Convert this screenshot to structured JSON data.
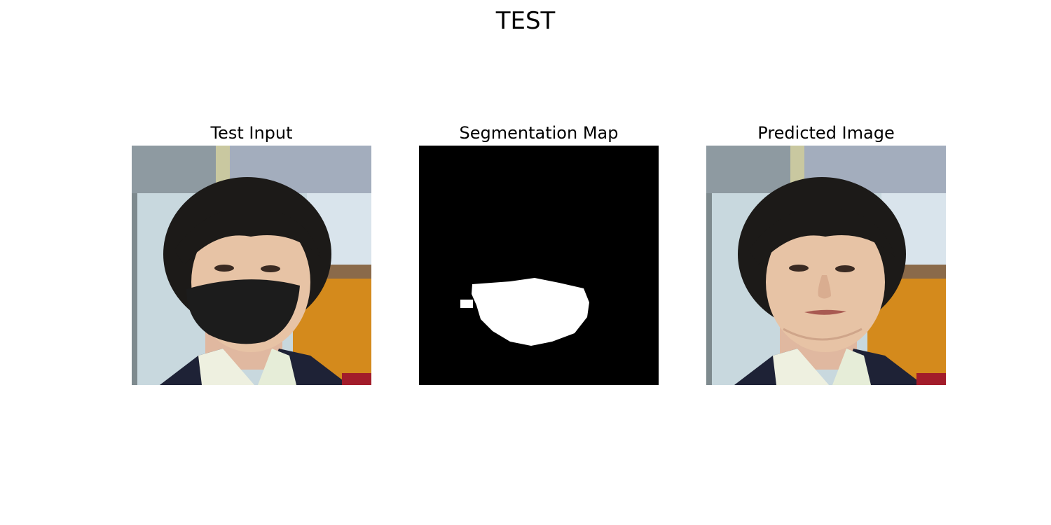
{
  "figure": {
    "title": "TEST"
  },
  "panels": [
    {
      "title": "Test Input"
    },
    {
      "title": "Segmentation Map"
    },
    {
      "title": "Predicted Image"
    }
  ],
  "colors": {
    "background": "#ffffff",
    "text": "#000000",
    "mask_background": "#000000",
    "mask_foreground": "#ffffff",
    "face_mask": "#1c1c1c"
  }
}
